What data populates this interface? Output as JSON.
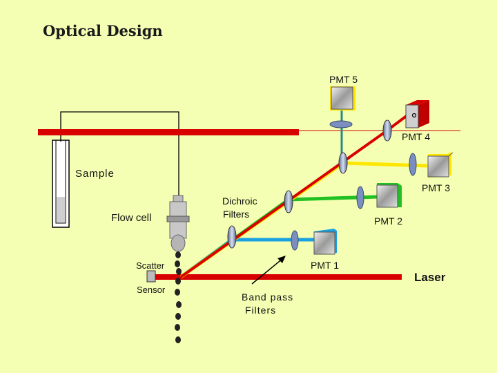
{
  "title": "Optical Design",
  "labels": {
    "pmt5": "PMT 5",
    "pmt4": "PMT 4",
    "pmt3": "PMT 3",
    "pmt2": "PMT 2",
    "pmt1": "PMT 1",
    "sample": "Sample",
    "flow_cell": "Flow cell",
    "dichroic_line1": "Dichroic",
    "dichroic_line2": "Filters",
    "scatter": "Scatter",
    "sensor": "Sensor",
    "bandpass_line1": "Band pass",
    "bandpass_line2": "Filters",
    "laser": "Laser"
  },
  "colors": {
    "background": "#f4ffb3",
    "laser": "#d80000",
    "yellow_beam": "#ffe600",
    "green_beam": "#22c022",
    "blue_beam": "#1aa0e0",
    "filter": "#8aa0c8"
  }
}
